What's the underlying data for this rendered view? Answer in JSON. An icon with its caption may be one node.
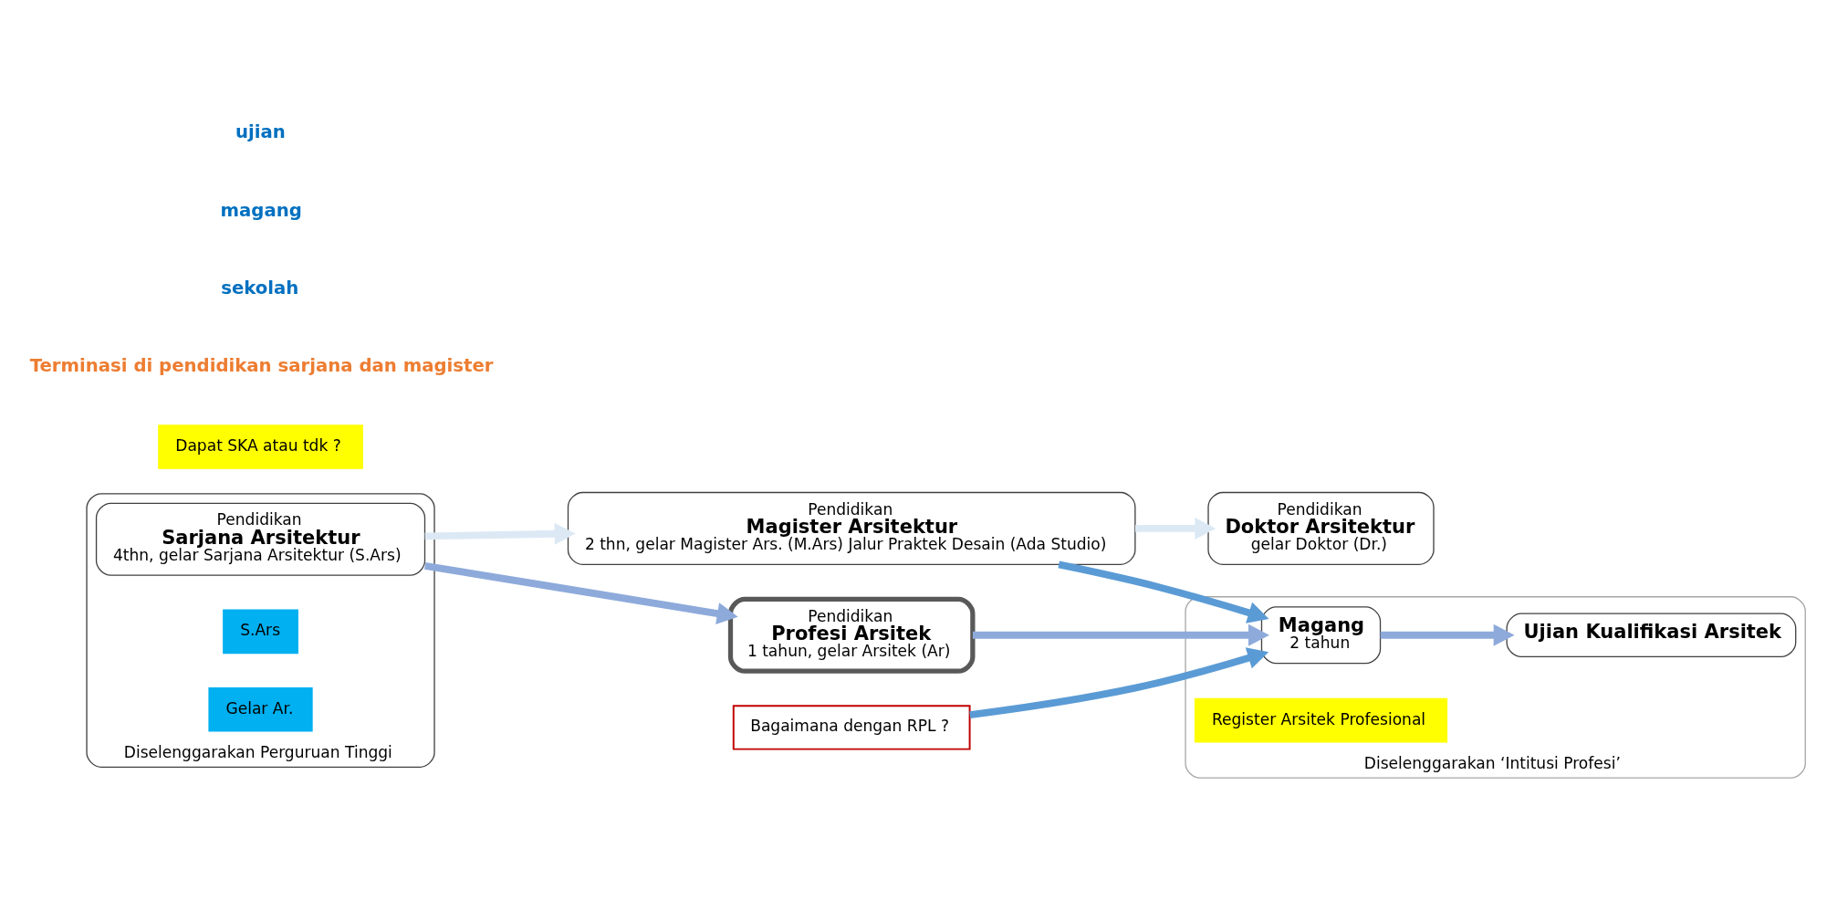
{
  "diagram": {
    "nodes": [
      {
        "text": [
          "Pendidikan",
          "Magister Arsitektur",
          "2 thn, gelar Magister Ars. (M.Ars) Jalur Praktek Desain (Ada Studio)"
        ]
      },
      {
        "text": [
          "Pendidikan",
          "Doktor Arsitektur",
          "gelar Doktor (Dr.)"
        ]
      },
      {
        "text": [
          "Diselenggarakan Perguruan Tinggi"
        ]
      },
      {
        "text": [
          "Diselenggarakan ‘Intitusi Profesi’"
        ]
      },
      {
        "text": [
          "Pendidikan",
          "Sarjana Arsitektur",
          "4thn, gelar Sarjana Arsitektur (S.Ars)"
        ],
        "in": 2
      },
      {
        "text": [
          "Pendidikan",
          "Profesi Arsitek",
          "1 tahun, gelar Arsitek (Ar)"
        ]
      },
      {
        "text": [
          "Magang",
          "2 tahun"
        ],
        "in": 3
      },
      {
        "text": [
          "Ujian Kualifikasi Arsitek"
        ],
        "in": 3
      },
      {
        "text": [
          "Bagaimana dengan RPL ?"
        ]
      },
      {
        "text": [
          "S.Ars"
        ],
        "in": 2
      },
      {
        "text": [
          "Dapat SKA atau tdk ?"
        ]
      },
      {
        "text": [
          "Gelar Ar."
        ],
        "in": 2
      },
      {
        "text": [
          "Register Arsitek Profesional"
        ],
        "in": 3
      }
    ],
    "edges": [
      {
        "from": 4,
        "to": 0,
        "arrow": "to",
        "color": "#dce9f5"
      },
      {
        "from": 0,
        "to": 1,
        "arrow": "to",
        "color": "#dce9f5"
      },
      {
        "from": 4,
        "to": 5,
        "arrow": "to"
      },
      {
        "from": 5,
        "to": 6,
        "arrow": "to"
      },
      {
        "from": 6,
        "to": 7,
        "arrow": "to"
      },
      {
        "from": 0,
        "to": 6,
        "arrow": "to",
        "color": "#5b9bd5"
      },
      {
        "from": 8,
        "to": 6,
        "arrow": "to",
        "color": "#5b9bd5"
      }
    ],
    "labels": [
      "Terminasi di pendidikan sarjana dan magister",
      "sekolah",
      "magang",
      "ujian"
    ]
  }
}
